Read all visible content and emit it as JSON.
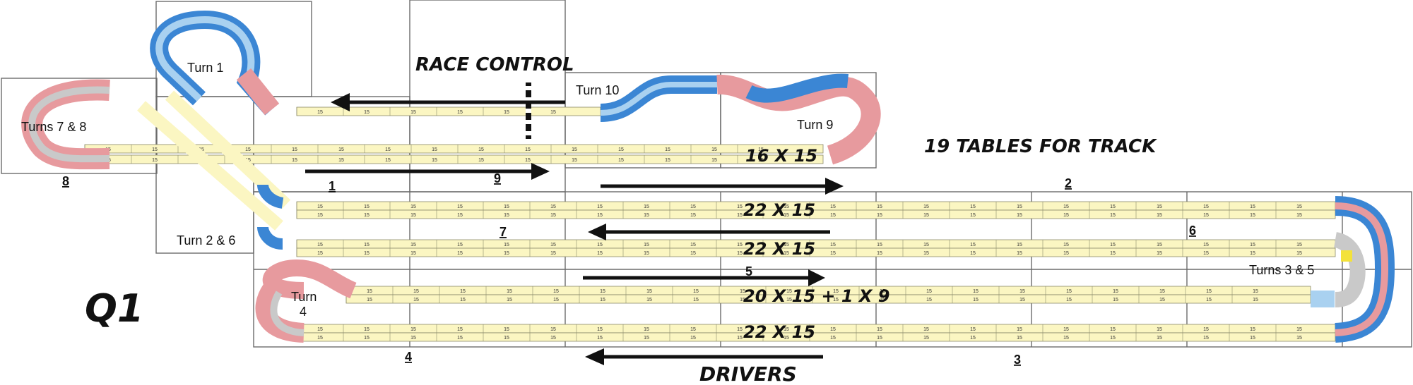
{
  "labels": {
    "race_control": "RACE CONTROL",
    "tables_for_track": "19 TABLES FOR TRACK",
    "drivers": "DRIVERS",
    "quadrant": "Q1",
    "turn1": "Turn 1",
    "turns78": "Turns 7 & 8",
    "turn10": "Turn 10",
    "turn9": "Turn 9",
    "turn26": "Turn 2 & 6",
    "turn4_line1": "Turn",
    "turn4_line2": "4",
    "turns35": "Turns 3 & 5"
  },
  "dimensions": {
    "row1": "16 X 15",
    "row2": "22 X 15",
    "row3": "22 X 15",
    "row4": "20 X 15 + 1 X 9",
    "row5": "22 X 15"
  },
  "section_numbers": {
    "n1": "1",
    "n2": "2",
    "n3": "3",
    "n4": "4",
    "n5": "5",
    "n6": "6",
    "n7": "7",
    "n8": "8",
    "n9": "9"
  },
  "piece_length": "15",
  "colors": {
    "straight": "#fbf6c2",
    "curve_blue": "#3b86d4",
    "curve_light_blue": "#a9d1f0",
    "curve_pink": "#e79a9e",
    "curve_grey": "#c9c9c9",
    "curve_yellow": "#f3e23a",
    "ink": "#111111"
  }
}
